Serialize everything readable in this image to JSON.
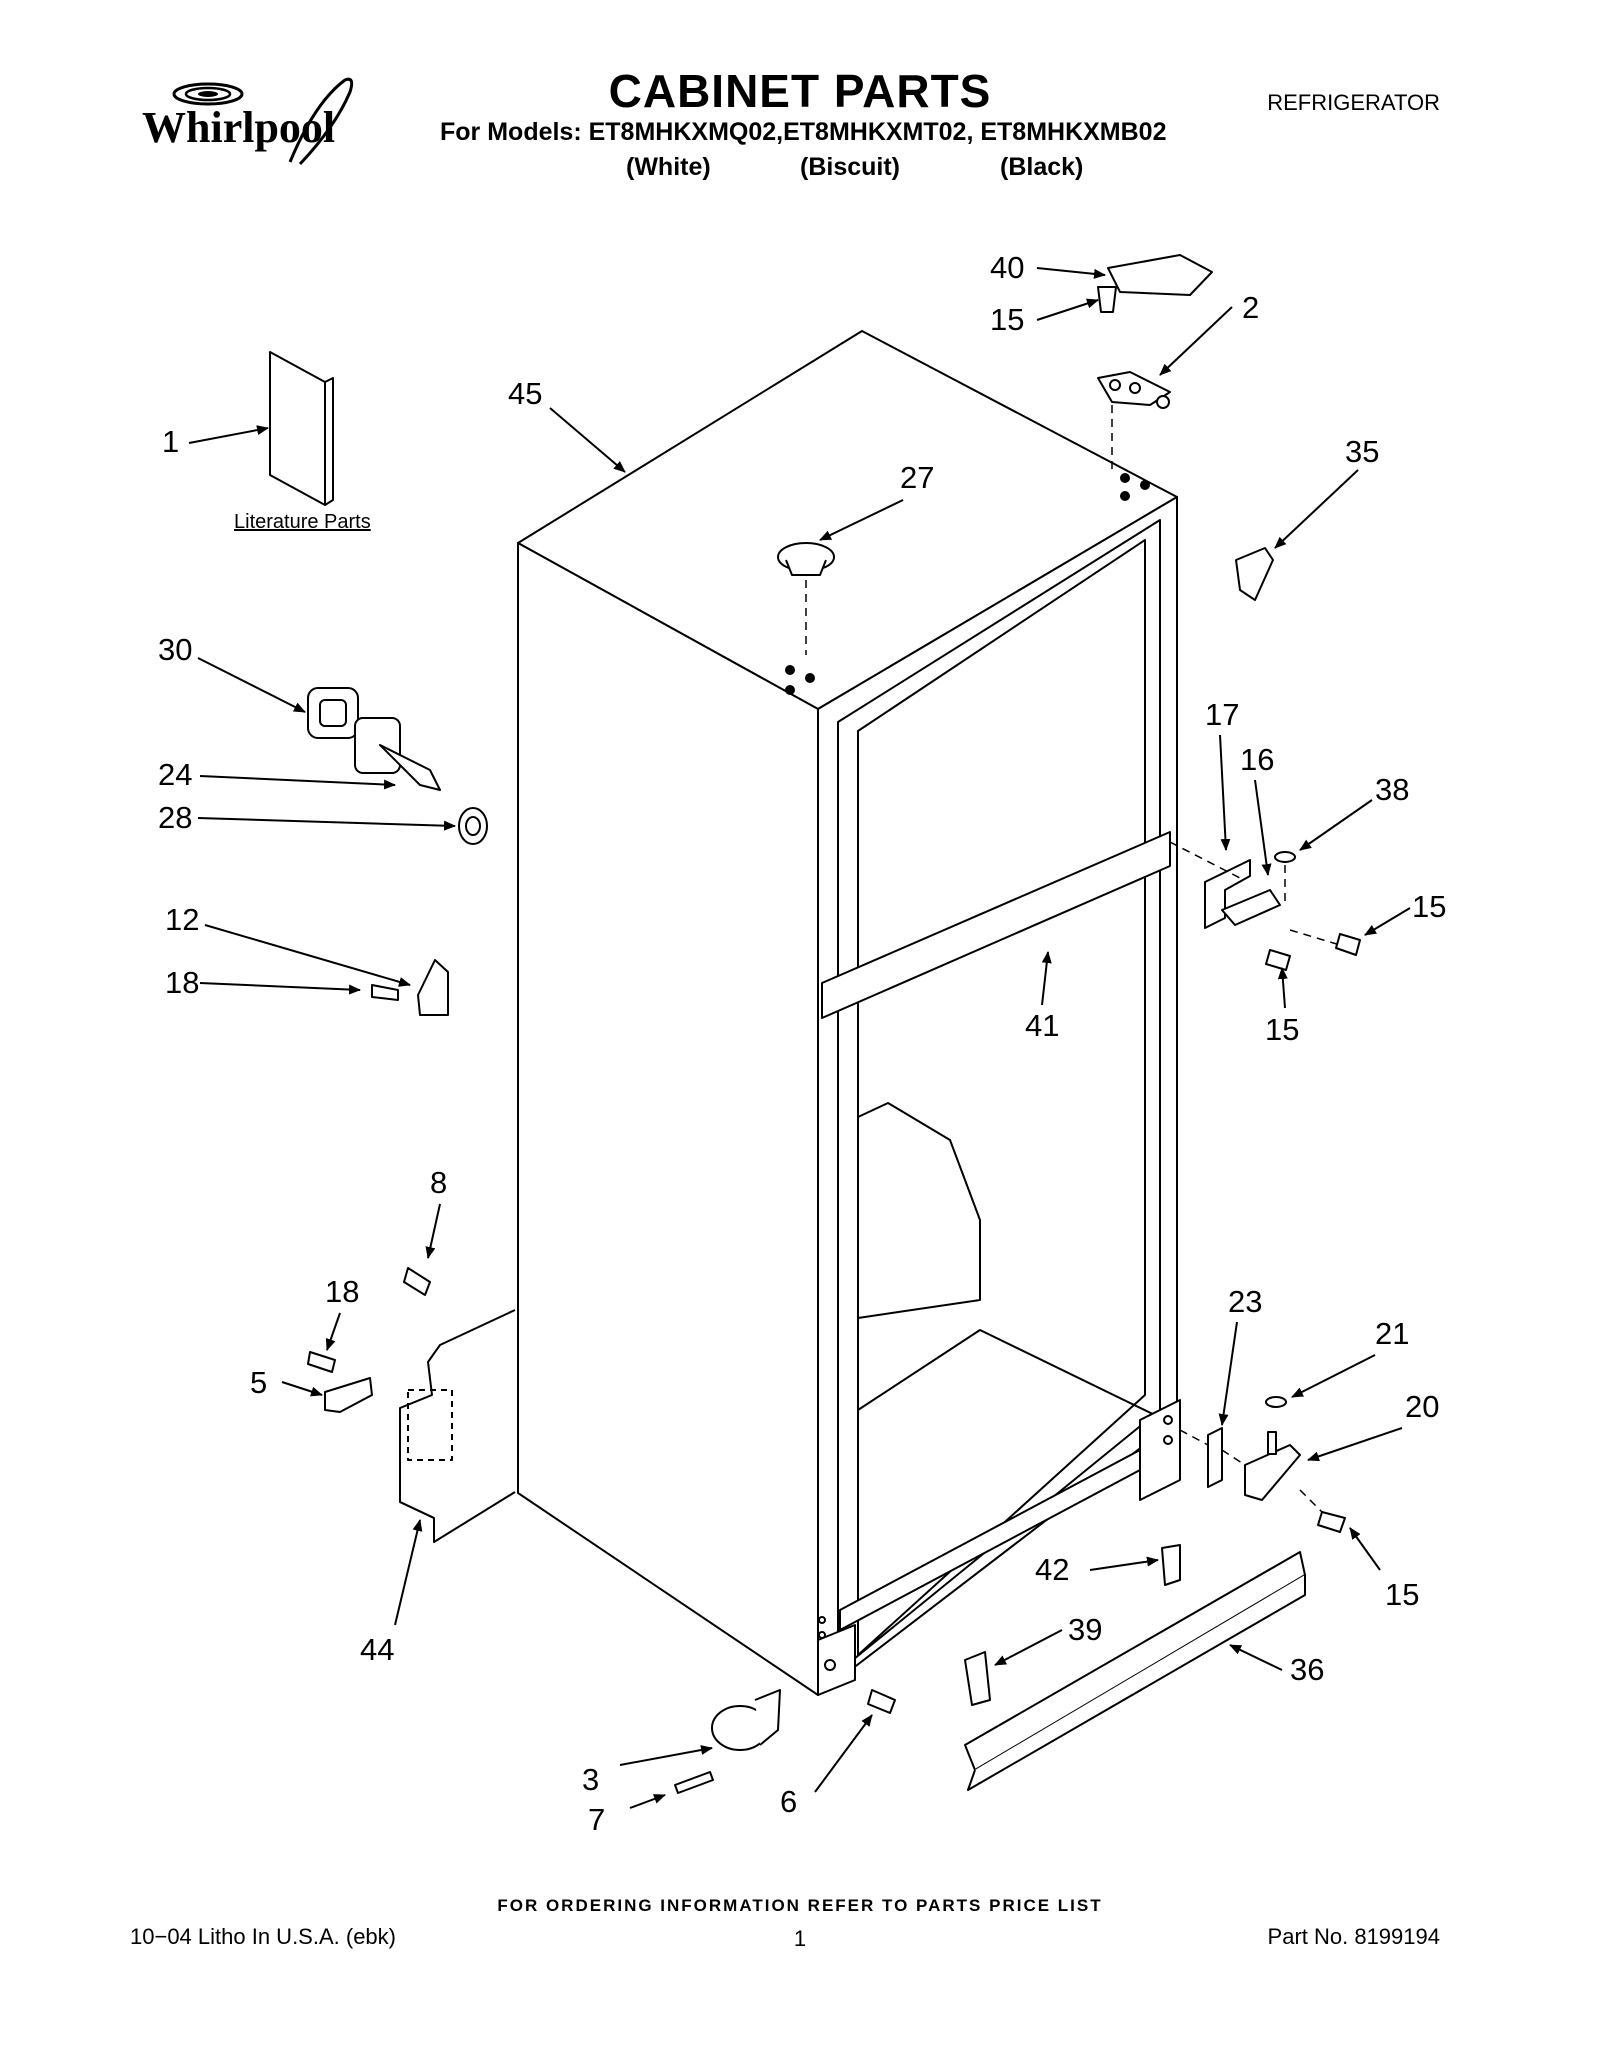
{
  "header": {
    "brand": "Whirlpool",
    "title": "CABINET PARTS",
    "models_line": "For Models: ET8MHKXMQ02,ET8MHKXMT02, ET8MHKXMB02",
    "variants": [
      "(White)",
      "(Biscuit)",
      "(Black)"
    ],
    "product_type": "REFRIGERATOR"
  },
  "diagram": {
    "literature_caption": "Literature Parts",
    "callouts": [
      "40",
      "15",
      "2",
      "45",
      "1",
      "27",
      "35",
      "30",
      "17",
      "16",
      "24",
      "38",
      "28",
      "15",
      "12",
      "41",
      "15",
      "18",
      "8",
      "18",
      "23",
      "21",
      "5",
      "20",
      "42",
      "15",
      "39",
      "36",
      "44",
      "3",
      "6",
      "7"
    ]
  },
  "footer": {
    "ordering_note": "FOR ORDERING INFORMATION REFER TO PARTS PRICE LIST",
    "litho": "10−04 Litho In U.S.A. (ebk)",
    "page_number": "1",
    "part_number": "Part No. 8199194"
  }
}
